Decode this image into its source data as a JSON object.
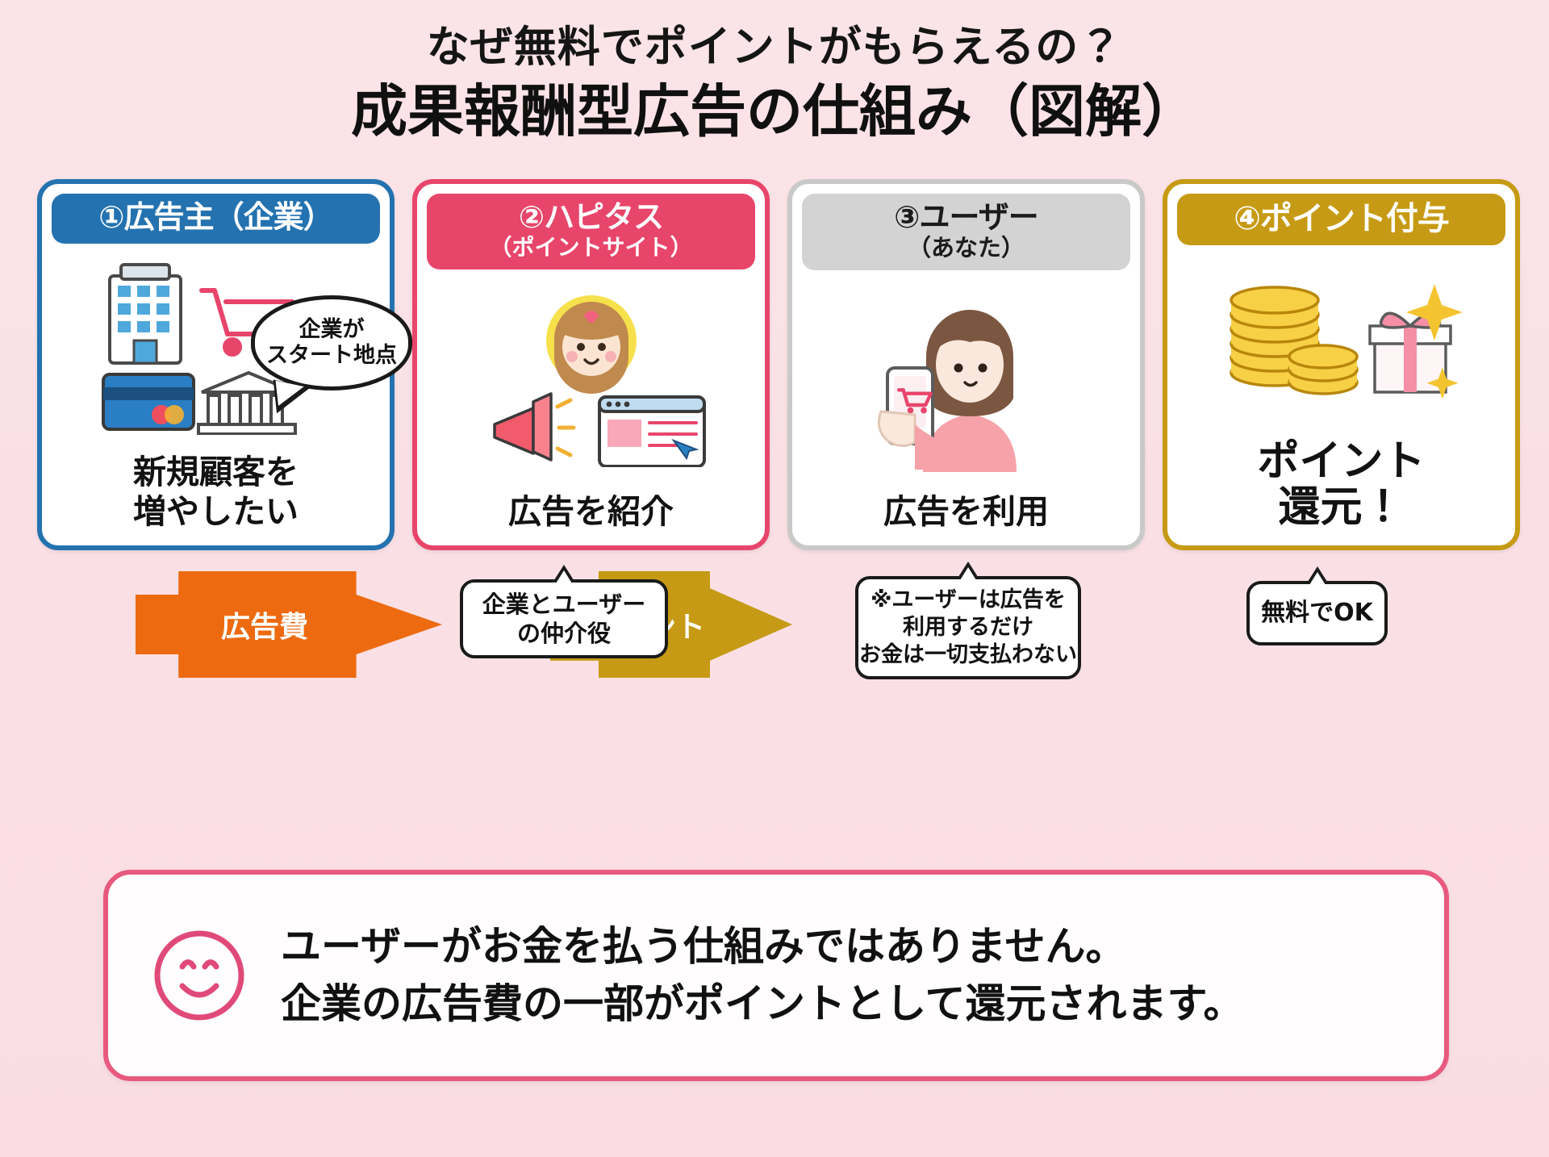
{
  "title": {
    "sub": "なぜ無料でポイントがもらえるの？",
    "main": "成果報酬型広告の仕組み（図解）"
  },
  "cards": [
    {
      "head_line1": "①広告主（企業）",
      "head_line2": "",
      "caption": "新規顧客を\n増やしたい",
      "color": "#2472B0",
      "icons": [
        "office-building-icon",
        "shopping-cart-icon",
        "credit-card-icon",
        "bank-icon"
      ]
    },
    {
      "head_line1": "②ハピタス",
      "head_line2": "（ポイントサイト）",
      "caption": "広告を紹介",
      "color": "#E8456B",
      "icons": [
        "mascot-girl-icon",
        "megaphone-icon",
        "browser-window-icon"
      ]
    },
    {
      "head_line1": "③ユーザー",
      "head_line2": "（あなた）",
      "caption": "広告を利用",
      "color": "#D3D3D3",
      "icons": [
        "woman-with-smartphone-icon"
      ]
    },
    {
      "head_line1": "④ポイント付与",
      "head_line2": "",
      "caption": "ポイント\n還元！",
      "color": "#C69A14",
      "icons": [
        "coin-stack-icon",
        "gift-box-icon",
        "sparkle-icon"
      ]
    }
  ],
  "bubbles": {
    "start_point": "企業が\nスタート地点",
    "broker": "企業とユーザー\nの仲介役",
    "note": "※ユーザーは広告を\n利用するだけ\nお金は一切支払わない",
    "free_ok": "無料でOK"
  },
  "arrows": [
    {
      "label": "広告費",
      "color": "#ED6A10"
    },
    {
      "label": "ポイント",
      "color": "#C69A14"
    }
  ],
  "banner": {
    "text": "ユーザーがお金を払う仕組みではありません。\n企業の広告費の一部がポイントとして還元されます。",
    "border_color": "#E8597E",
    "icon": "smiley-face-icon"
  }
}
